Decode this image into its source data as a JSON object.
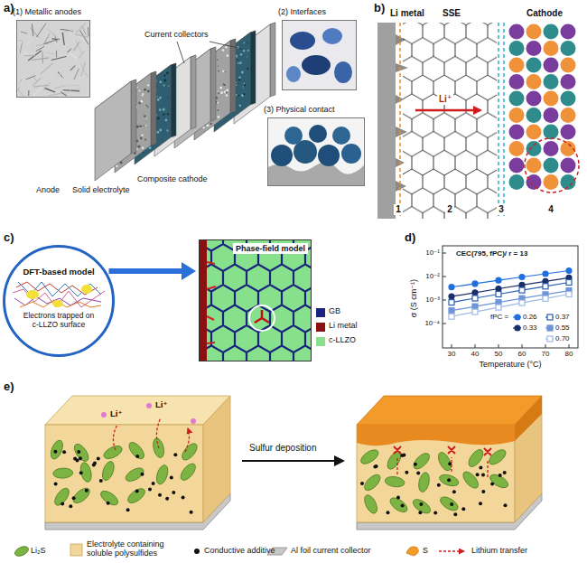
{
  "diagram": {
    "nodes": [
      {
        "text": [
          "(1) Metallic anodes"
        ]
      },
      {
        "text": [
          "(2) Interfaces"
        ]
      },
      {
        "text": [
          "(3) Physical contact"
        ]
      },
      {
        "text": [
          "DFT-based model",
          "Electrons trapped on c-LLZO surface"
        ]
      },
      {
        "text": [
          "Phase-field model"
        ]
      }
    ],
    "edges": [
      {
        "from": 3,
        "to": 4,
        "arrow": "to"
      }
    ],
    "labels": [
      "a)",
      "Current collectors",
      "Composite cathode",
      "Solid electrolyte",
      "Anode",
      "b)",
      "Li metal",
      "SSE",
      "Cathode",
      "Li⁺",
      "1",
      "2",
      "3",
      "4",
      "c)",
      "d)",
      "CEC(795, fPC)/ r = 13",
      "σ (S cm⁻¹)",
      "10⁻¹",
      "10⁻²",
      "10⁻³",
      "10⁻⁴",
      "30",
      "40",
      "50",
      "60",
      "70",
      "80",
      "Temperature (°C)",
      "fPC =",
      "e)",
      "Li⁺",
      "Li⁺",
      "Sulfur deposition"
    ],
    "legend": [
      {
        "text": "GB",
        "color": "#1a237e"
      },
      {
        "text": "Li metal",
        "color": "#8b1010"
      },
      {
        "text": "c-LLZO",
        "color": "#86e08c"
      },
      {
        "text": "0.26"
      },
      {
        "text": "0.37"
      },
      {
        "text": "0.33"
      },
      {
        "text": "0.55"
      },
      {
        "text": "0.70"
      },
      {
        "text": "Li₂S"
      },
      {
        "text": "Electrolyte containing soluble polysulfides"
      },
      {
        "text": "Conductive additive"
      },
      {
        "text": "Al foil current collector"
      },
      {
        "text": "S"
      },
      {
        "text": "Lithium transfer"
      }
    ]
  }
}
